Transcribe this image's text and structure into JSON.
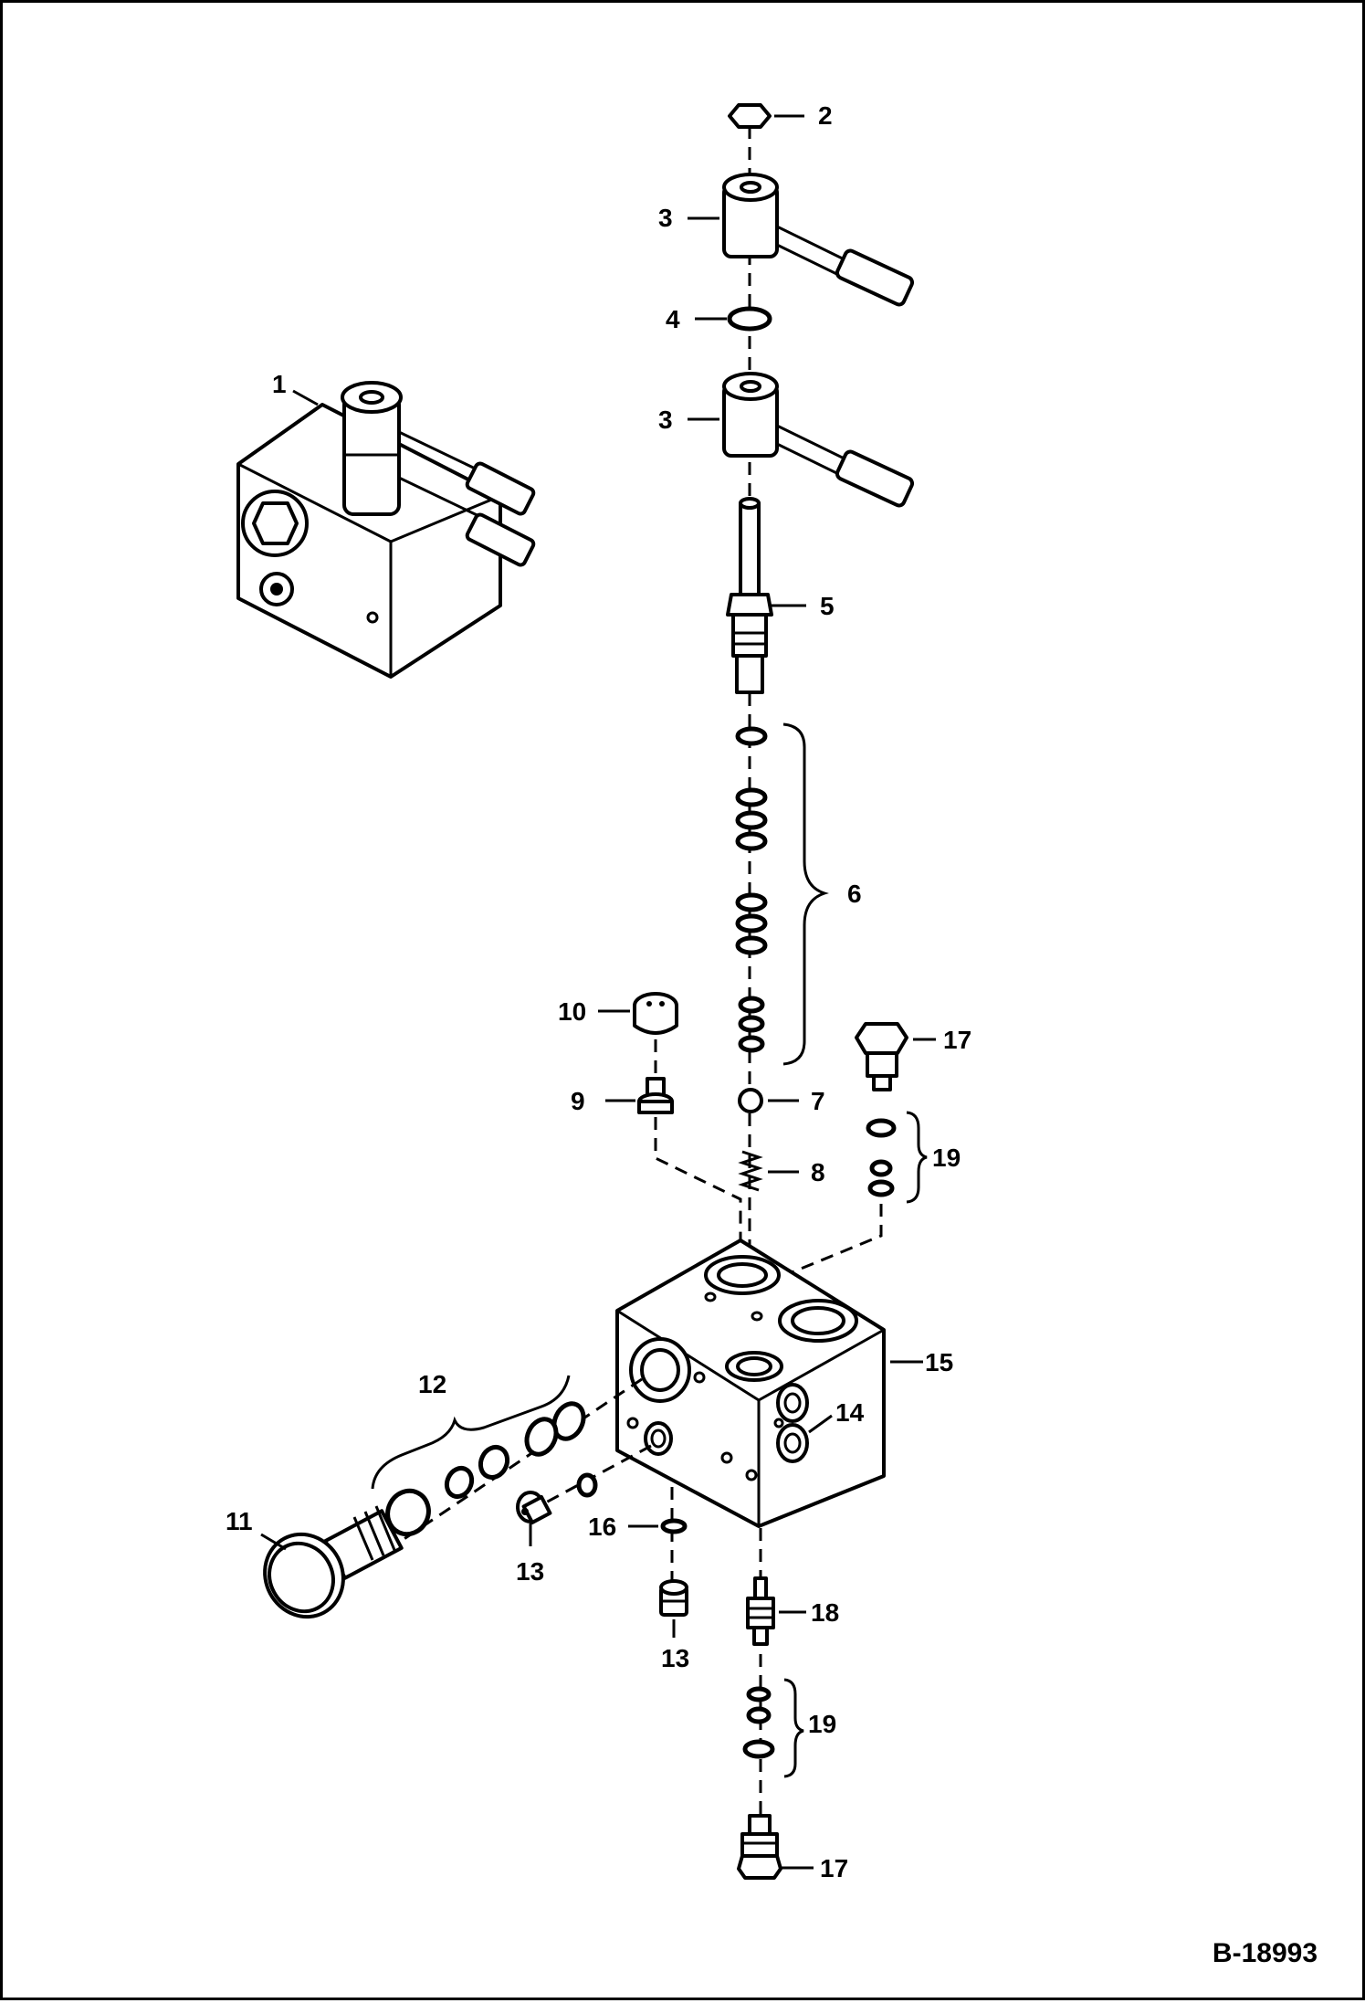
{
  "figure_id": "B-18993",
  "callouts": [
    "1",
    "2",
    "3",
    "3",
    "4",
    "5",
    "6",
    "7",
    "8",
    "9",
    "10",
    "11",
    "12",
    "13",
    "13",
    "14",
    "15",
    "16",
    "17",
    "17",
    "18",
    "19",
    "19"
  ]
}
